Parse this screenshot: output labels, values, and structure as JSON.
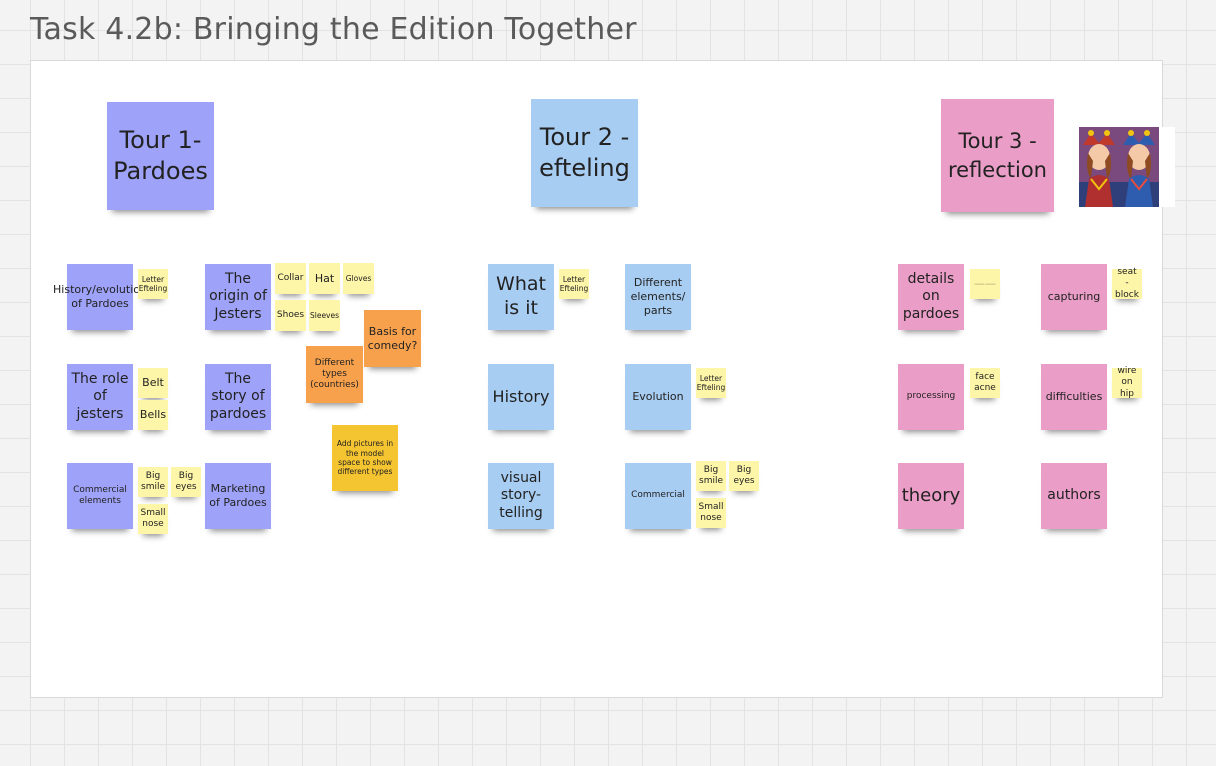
{
  "title": "Task 4.2b: Bringing the Edition Together",
  "image": {
    "icon": "jester-picture-icon"
  },
  "notes": {
    "tour1": "Tour 1- Pardoes",
    "tour2": "Tour 2 - efteling",
    "tour3": "Tour 3 - reflection",
    "t1_history": "History/evolution of Pardoes",
    "t1_letter": "Letter Efteling",
    "t1_origin": "The origin of Jesters",
    "t1_collar": "Collar",
    "t1_hat": "Hat",
    "t1_gloves": "Gloves",
    "t1_shoes": "Shoes",
    "t1_sleeves": "Sleeves",
    "t1_basis": "Basis for comedy?",
    "t1_types": "Different types (countries)",
    "t1_role": "The role of jesters",
    "t1_belt": "Belt",
    "t1_bells": "Bells",
    "t1_story": "The story of pardoes",
    "t1_addpics": "Add pictures in the model space to show different types",
    "t1_commercial": "Commercial elements",
    "t1_bigsmile": "Big smile",
    "t1_bigeyes": "Big eyes",
    "t1_smallnose": "Small nose",
    "t1_marketing": "Marketing of Pardoes",
    "t2_what": "What is it",
    "t2_letter": "Letter Efteling",
    "t2_elements": "Different elements/ parts",
    "t2_history": "History",
    "t2_evolution": "Evolution",
    "t2_letter2": "Letter Efteling",
    "t2_visual": "visual story-telling",
    "t2_commercial": "Commercial",
    "t2_bigsmile": "Big smile",
    "t2_bigeyes": "Big eyes",
    "t2_smallnose": "Small nose",
    "t3_details": "details on pardoes",
    "t3_dash": "——",
    "t3_capturing": "capturing",
    "t3_seat": "seat - block",
    "t3_processing": "processing",
    "t3_face": "face acne",
    "t3_difficulties": "difficulties",
    "t3_wire": "wire on hip",
    "t3_theory": "theory",
    "t3_authors": "authors"
  },
  "colors": {
    "purple": "#9ea3f9",
    "blue": "#a8cdf2",
    "pink": "#ea9dc6",
    "yellow": "#fdf5a8",
    "orange": "#f8a14d",
    "gold": "#f5c431"
  }
}
